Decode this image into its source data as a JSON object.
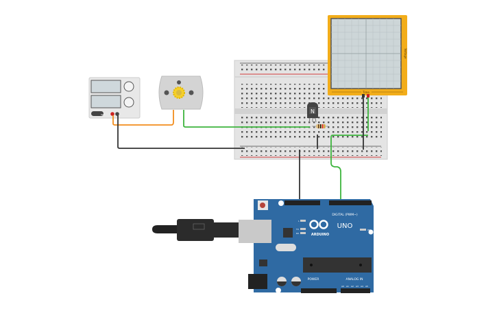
{
  "canvas": {
    "components": {
      "power_supply": {
        "off_label": "OFF"
      },
      "dc_motor": {},
      "breadboard": {},
      "transistor": {
        "label": "N"
      },
      "resistor": {},
      "oscilloscope": {
        "x_label": "Time",
        "y_label": "Voltage"
      },
      "arduino": {
        "brand": "ARDUINO",
        "model": "UNO",
        "digital_label": "DIGITAL (PWM~)",
        "power_label": "POWER",
        "analog_label": "ANALOG IN",
        "on_label": "ON",
        "led_labels": [
          "L",
          "TX",
          "RX"
        ],
        "analog_pins": [
          "A0",
          "A1",
          "A2",
          "A3",
          "A4",
          "A5"
        ]
      }
    },
    "colors": {
      "wire_orange": "#f28c1b",
      "wire_green": "#3cb43c",
      "wire_black": "#333333",
      "arduino_blue": "#2f6aa3",
      "scope_frame": "#f2ad1a",
      "rail_red": "#d23b3b"
    }
  }
}
